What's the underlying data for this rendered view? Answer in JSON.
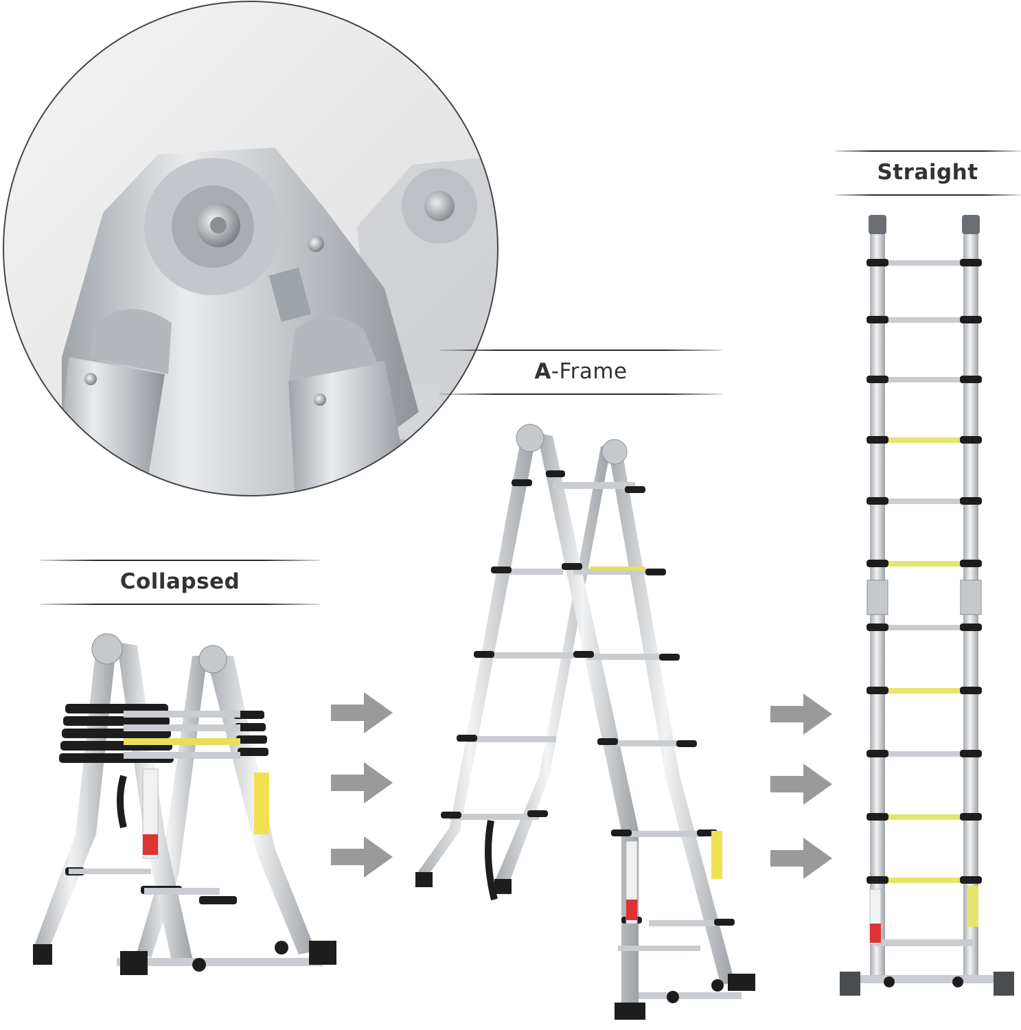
{
  "labels": {
    "straight": "Straight",
    "aframe_bold": "A",
    "aframe_rest": "-Frame",
    "collapsed": "Collapsed"
  },
  "colors": {
    "arrow": "#9a9a9a",
    "aluminum": "#d9dcdf",
    "black_parts": "#1d1d1d",
    "label_line": "#2a2a2a"
  },
  "icons": [
    "right-arrow-icon"
  ]
}
